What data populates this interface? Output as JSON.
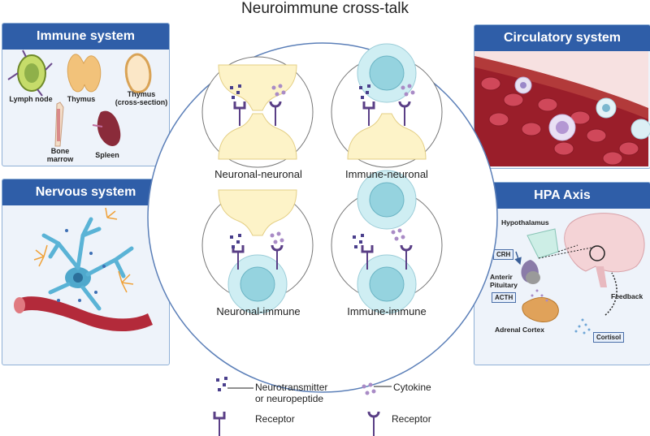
{
  "title": "Neuroimmune cross-talk",
  "immune_system": {
    "header": "Immune system",
    "labels": [
      "Lymph node",
      "Thymus",
      "Thymus\n(cross-section)",
      "Bone\nmarrow",
      "Spleen"
    ]
  },
  "nervous_system": {
    "header": "Nervous system"
  },
  "circulatory_system": {
    "header": "Circulatory system"
  },
  "hpa_axis": {
    "header": "HPA Axis",
    "hypothalamus": "Hypothalamus",
    "crh": "CRH",
    "pituitary": "Anterir\nPituitary",
    "acth": "ACTH",
    "adrenal": "Adrenal Cortex",
    "feedback": "Feedback",
    "cortisol": "Cortisol"
  },
  "quadrants": [
    "Neuronal-neuronal",
    "Immune-neuronal",
    "Neuronal-immune",
    "Immune-immune"
  ],
  "legend": {
    "neurotransmitter": "Neurotransmitter\nor neuropeptide",
    "cytokine": "Cytokine",
    "receptor_left": "Receptor",
    "receptor_right": "Receptor"
  },
  "colors": {
    "panel_header": "#2f5ea8",
    "neuron_fill": "#fdf3c8",
    "immune_fill": "#cfeef3",
    "neurotransmitter": "#4a3f8c",
    "cytokine": "#a98bc6",
    "receptor": "#5a3f86"
  }
}
